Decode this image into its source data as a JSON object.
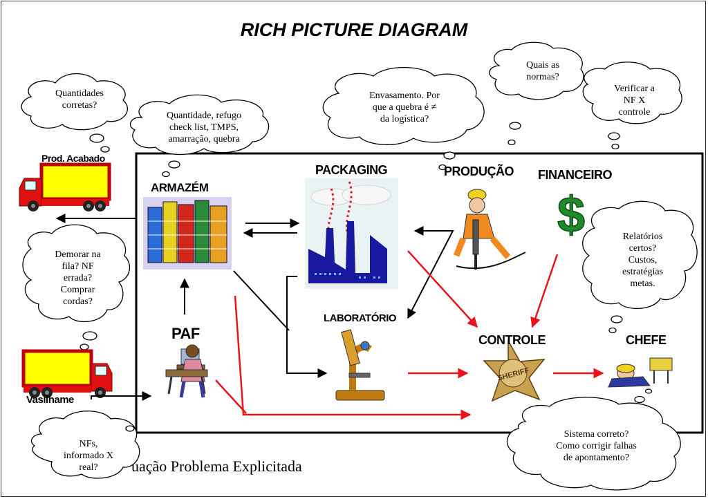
{
  "title": "RICH PICTURE DIAGRAM",
  "labels": {
    "prod_acabado": "Prod. Acabado",
    "armazem": "ARMAZÉM",
    "packaging": "PACKAGING",
    "producao": "PRODUÇÃO",
    "financeiro": "FINANCEIRO",
    "laboratorio": "LABORATÓRIO",
    "paf": "PAF",
    "controle": "CONTROLE",
    "chefe": "CHEFE",
    "vasilhame": "Vasilhame",
    "dollar_sign": "$",
    "sheriff": "SHERIFF"
  },
  "clouds": {
    "quantidades": [
      "Quantidades",
      "corretas?"
    ],
    "quantidade_refugo": [
      "Quantidade, refugo",
      "check list,  TMPS,",
      "amarração, quebra"
    ],
    "envasamento": [
      "Envasamento. Por",
      "que a quebra é ≠",
      "da logística?"
    ],
    "normas": [
      "Quais as",
      "normas?"
    ],
    "verificar": [
      "Verificar a",
      "NF X",
      "controle"
    ],
    "relatorios": [
      "Relatórios",
      "certos?",
      "Custos,",
      "estratégias",
      "metas."
    ],
    "demorar": [
      "Demorar na",
      "fila? NF",
      "errada?",
      "Comprar",
      "cordas?"
    ],
    "nfs": [
      "NFs,",
      "informado X",
      "real?"
    ],
    "sistema": [
      "Sistema correto?",
      "Como corrigir falhas",
      "de apontamento?"
    ]
  },
  "footer": "uação Problema Explicitada",
  "colors": {
    "accent_red": "#e8141c",
    "truck_red": "#e01010",
    "truck_yellow": "#ffff00",
    "factory_blue": "#1a1aa0",
    "dollar_green": "#1e8a2a"
  }
}
